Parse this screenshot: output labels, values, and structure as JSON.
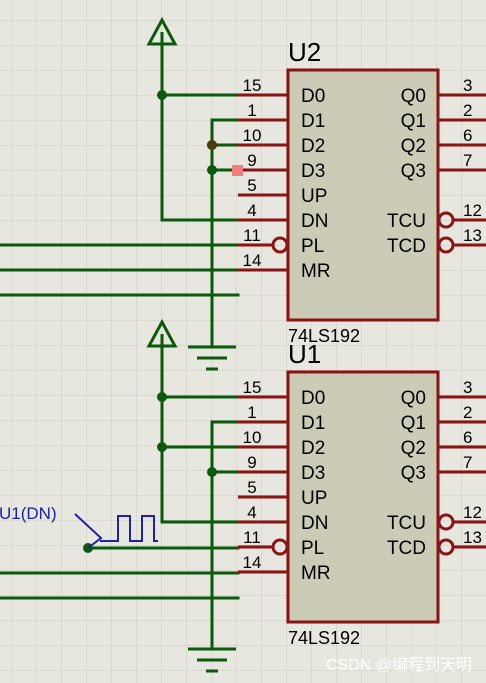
{
  "colors": {
    "background": "#e7e6df",
    "grid": "#cdccc3",
    "wire": "#0b5a0b",
    "chip_fill": "#cbcbb6",
    "chip_border": "#8a1414",
    "pin": "#8a1414",
    "text": "#000000",
    "generator": "#1a23a8",
    "marker": "#f07c7c",
    "watermark": "#ffffff"
  },
  "chips": [
    {
      "ref": "U2",
      "part": "74LS192",
      "left_pins": [
        {
          "num": "15",
          "label": "D0"
        },
        {
          "num": "1",
          "label": "D1"
        },
        {
          "num": "10",
          "label": "D2"
        },
        {
          "num": "9",
          "label": "D3"
        },
        {
          "num": "5",
          "label": "UP"
        },
        {
          "num": "4",
          "label": "DN"
        },
        {
          "num": "11",
          "label": "PL"
        },
        {
          "num": "14",
          "label": "MR"
        }
      ],
      "right_pins": [
        {
          "num": "3",
          "label": "Q0"
        },
        {
          "num": "2",
          "label": "Q1"
        },
        {
          "num": "6",
          "label": "Q2"
        },
        {
          "num": "7",
          "label": "Q3"
        },
        {
          "num": "12",
          "label": "TCU"
        },
        {
          "num": "13",
          "label": "TCD"
        }
      ]
    },
    {
      "ref": "U1",
      "part": "74LS192",
      "left_pins": [
        {
          "num": "15",
          "label": "D0"
        },
        {
          "num": "1",
          "label": "D1"
        },
        {
          "num": "10",
          "label": "D2"
        },
        {
          "num": "9",
          "label": "D3"
        },
        {
          "num": "5",
          "label": "UP"
        },
        {
          "num": "4",
          "label": "DN"
        },
        {
          "num": "11",
          "label": "PL"
        },
        {
          "num": "14",
          "label": "MR"
        }
      ],
      "right_pins": [
        {
          "num": "3",
          "label": "Q0"
        },
        {
          "num": "2",
          "label": "Q1"
        },
        {
          "num": "6",
          "label": "Q2"
        },
        {
          "num": "7",
          "label": "Q3"
        },
        {
          "num": "12",
          "label": "TCU"
        },
        {
          "num": "13",
          "label": "TCD"
        }
      ]
    }
  ],
  "generator": {
    "label": "U1(DN)"
  },
  "watermark": "CSDN @编程到天明"
}
